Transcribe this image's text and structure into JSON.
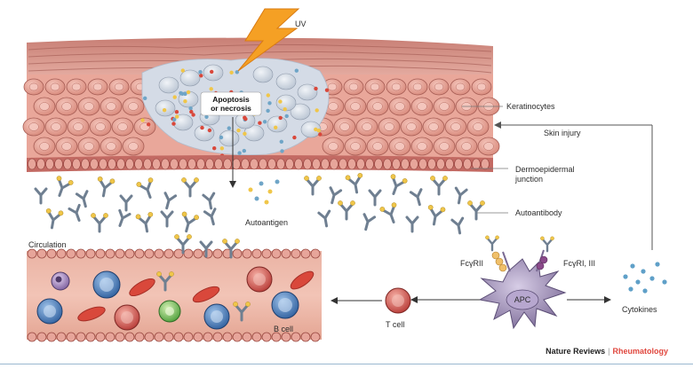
{
  "labels": {
    "uv": "UV",
    "apoptosis_line1": "Apoptosis",
    "apoptosis_line2": "or necrosis",
    "keratinocytes": "Keratinocytes",
    "skin_injury": "Skin injury",
    "dermoepidermal_line1": "Dermoepidermal",
    "dermoepidermal_line2": "junction",
    "autoantigen": "Autoantigen",
    "autoantibody": "Autoantibody",
    "circulation": "Circulation",
    "fcgrii": "FcγRII",
    "fcgri_iii": "FcγRI, III",
    "apc": "APC",
    "cytokines": "Cytokines",
    "t_cell": "T cell",
    "b_cell": "B cell"
  },
  "credit": {
    "journal": "Nature Reviews",
    "separator": "|",
    "subject": "Rheumatology"
  },
  "colors": {
    "skin": "#d98f84",
    "cell_fill": "#e9a79a",
    "apoptotic_zone": "#d4dbe6",
    "vessel": "#e49c8a",
    "antibody": "#6f7f91",
    "antigen_yellow": "#f0c649",
    "antigen_blue": "#6fa5c7",
    "apc": "#8c7ba3",
    "uv_bolt": "#f5a024",
    "brand_red": "#e0473e"
  }
}
